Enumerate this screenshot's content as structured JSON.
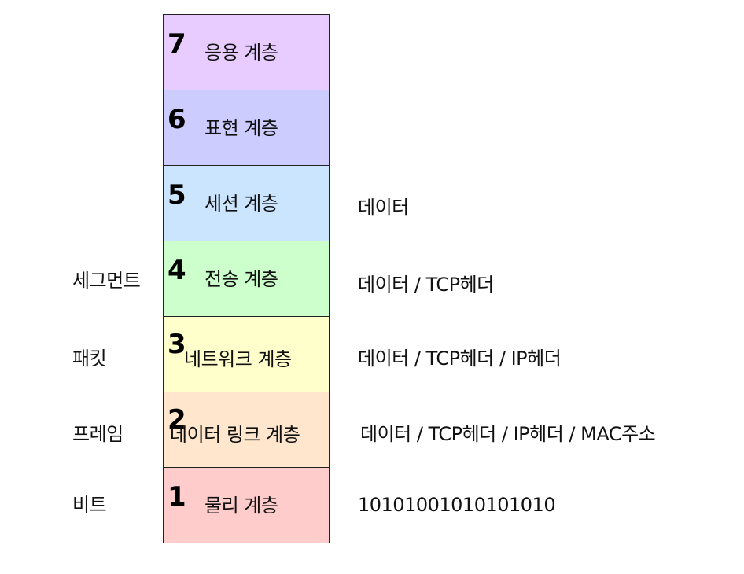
{
  "layers": [
    {
      "number": "7",
      "name": "응용 계층",
      "color": "#e8ccff"
    },
    {
      "number": "6",
      "name": "표현 계층",
      "color": "#ccccff"
    },
    {
      "number": "5",
      "name": "세션 계층",
      "color": "#cce5ff"
    },
    {
      "number": "4",
      "name": "전송 계층",
      "color": "#ccffcc"
    },
    {
      "number": "3",
      "name": "네트워크 계층",
      "color": "#ffffcc"
    },
    {
      "number": "2",
      "name": "데이터 링크 계층",
      "color": "#ffe6cc"
    },
    {
      "number": "1",
      "name": "물리 계층",
      "color": "#ffcccc"
    }
  ],
  "pdu_labels": {
    "transport": "세그먼트",
    "network": "패킷",
    "datalink": "프레임",
    "physical": "비트"
  },
  "payloads": {
    "session": "데이터",
    "transport": "데이터 / TCP헤더",
    "network": "데이터 / TCP헤더 / IP헤더",
    "datalink": "데이터 / TCP헤더 / IP헤더 / MAC주소",
    "physical": "10101001010101010"
  }
}
